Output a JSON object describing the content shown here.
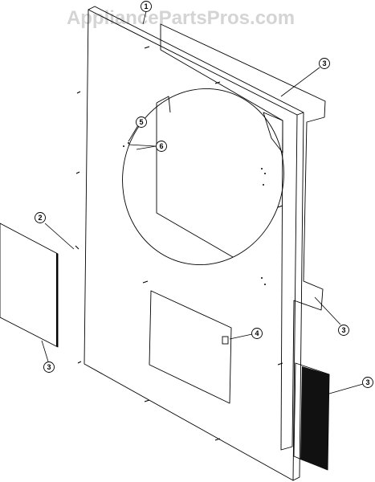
{
  "watermark": "AppliancePartsPros.com",
  "callouts": [
    {
      "id": "c1",
      "label": "1"
    },
    {
      "id": "c2",
      "label": "2"
    },
    {
      "id": "c3a",
      "label": "3"
    },
    {
      "id": "c3b",
      "label": "3"
    },
    {
      "id": "c3c",
      "label": "3"
    },
    {
      "id": "c3d",
      "label": "3"
    },
    {
      "id": "c4",
      "label": "4"
    },
    {
      "id": "c5",
      "label": "5"
    },
    {
      "id": "c6",
      "label": "6"
    }
  ],
  "colors": {
    "ink": "#000000",
    "watermark": "#d4d4d4",
    "panel": "#ffffff"
  }
}
